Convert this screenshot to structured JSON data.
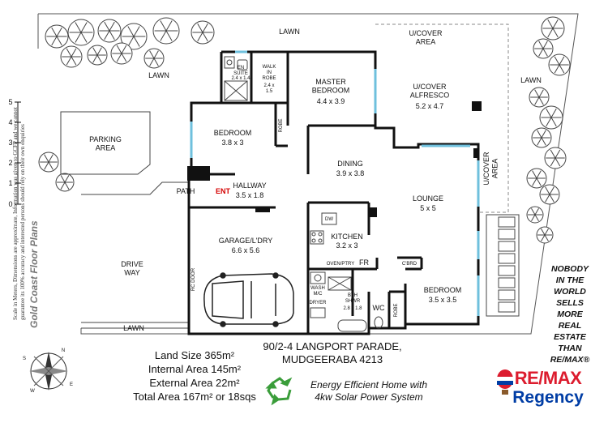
{
  "rooms": {
    "lawn_top": "LAWN",
    "lawn_left": "LAWN",
    "lawn_right": "LAWN",
    "lawn_bottom": "LAWN",
    "ucover_area_top": "U/COVER\nAREA",
    "ucover_area_side": "U/COVER\nAREA",
    "parking": "PARKING\nAREA",
    "driveway": "DRIVE\nWAY",
    "ensuite": {
      "name": "EN\nSUITE",
      "size": "2.4 x 1.4"
    },
    "walk_in_robe": {
      "name": "WALK\nIN\nROBE",
      "size": "2.4 x\n1.5"
    },
    "master_bedroom": {
      "name": "MASTER\nBEDROOM",
      "size": "4.4 x 3.9"
    },
    "alfresco": {
      "name": "U/COVER\nALFRESCO",
      "size": "5.2 x 4.7"
    },
    "bedroom1": {
      "name": "BEDROOM",
      "size": "3.8 x 3"
    },
    "robe1": "ROBE",
    "dining": {
      "name": "DINING",
      "size": "3.9 x 3.8"
    },
    "hallway": {
      "name": "HALLWAY",
      "size": "3.5 x 1.8"
    },
    "path": "PATH",
    "entry": "ENT",
    "lounge": {
      "name": "LOUNGE",
      "size": "5 x 5"
    },
    "dw": "DW",
    "kitchen": {
      "name": "KITCHEN",
      "size": "3.2 x 3"
    },
    "oven_pantry": "OVEN/PTRY",
    "fridge": "FR",
    "cbd": "C'BRD",
    "garage": {
      "name": "GARAGE/L'DRY",
      "size": "6.6 x 5.6"
    },
    "rc_door": "RC DOOR",
    "washer": "WASH\nM/C",
    "dryer": "DRYER",
    "bath": {
      "name": "BTH\nSHWR",
      "size": "2.8 x 1.8"
    },
    "wc": "WC",
    "robe2": "ROBE",
    "bedroom2": {
      "name": "BEDROOM",
      "size": "3.5 x 3.5"
    }
  },
  "scale": {
    "ticks": [
      "5",
      "4",
      "3",
      "2",
      "1",
      "0"
    ]
  },
  "disclaimer": "Scale in Meters, Dimensions are approximate, Information was given to GCFP and we cannot guarantee its 100% accuracy and interested persons should rely on their own enquiries",
  "maker": "Gold Coast Floor Plans",
  "compass": {
    "n": "N",
    "s": "S",
    "e": "E",
    "w": "W"
  },
  "facts": {
    "land": "Land Size 365m²",
    "internal": "Internal Area 145m²",
    "external": "External Area 22m²",
    "total": "Total Area 167m² or 18sqs"
  },
  "address": {
    "line1": "90/2-4 LANGPORT PARADE,",
    "line2": "MUDGEERABA 4213"
  },
  "energy": {
    "line1": "Energy Efficient Home with",
    "line2": "4kw Solar Power System"
  },
  "slogan": [
    "NOBODY",
    "IN THE",
    "WORLD",
    "SELLS",
    "MORE",
    "REAL",
    "ESTATE",
    "THAN",
    "RE/MAX®"
  ],
  "brand": {
    "name_a": "RE/",
    "name_b": "MAX",
    "sub": "Regency"
  },
  "colors": {
    "wall": "#111111",
    "window": "#6fc0dd",
    "brand_blue": "#003da5",
    "brand_red": "#dc1c2e",
    "recycle_green": "#3a9d3a"
  }
}
